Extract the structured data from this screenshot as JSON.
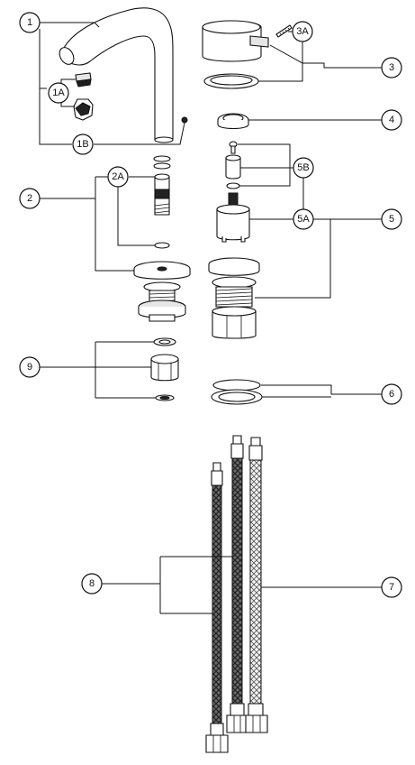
{
  "callouts": {
    "c1": "1",
    "c1A": "1A",
    "c1B": "1B",
    "c2": "2",
    "c2A": "2A",
    "c3": "3",
    "c3A": "3A",
    "c4": "4",
    "c5": "5",
    "c5A": "5A",
    "c5B": "5B",
    "c6": "6",
    "c7": "7",
    "c8": "8",
    "c9": "9"
  },
  "colors": {
    "line": "#111111",
    "background": "#ffffff",
    "shade": "#e6e6e6"
  }
}
